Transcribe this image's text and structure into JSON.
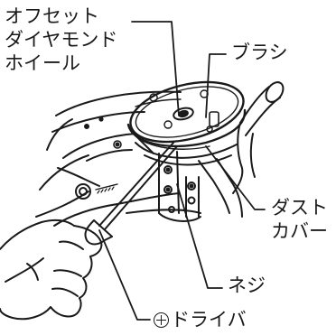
{
  "callouts": {
    "wheel": "オフセット\nダイヤモンド\nホイール",
    "brush": "ブラシ",
    "dust_cover": "ダスト\nカバー",
    "screw": "ネジ",
    "driver": "ドライバ"
  },
  "icons": {
    "driver_prefix": "phillips-cross-in-circle-icon"
  },
  "colors": {
    "ink": "#1a1a1a",
    "background": "#ffffff"
  }
}
